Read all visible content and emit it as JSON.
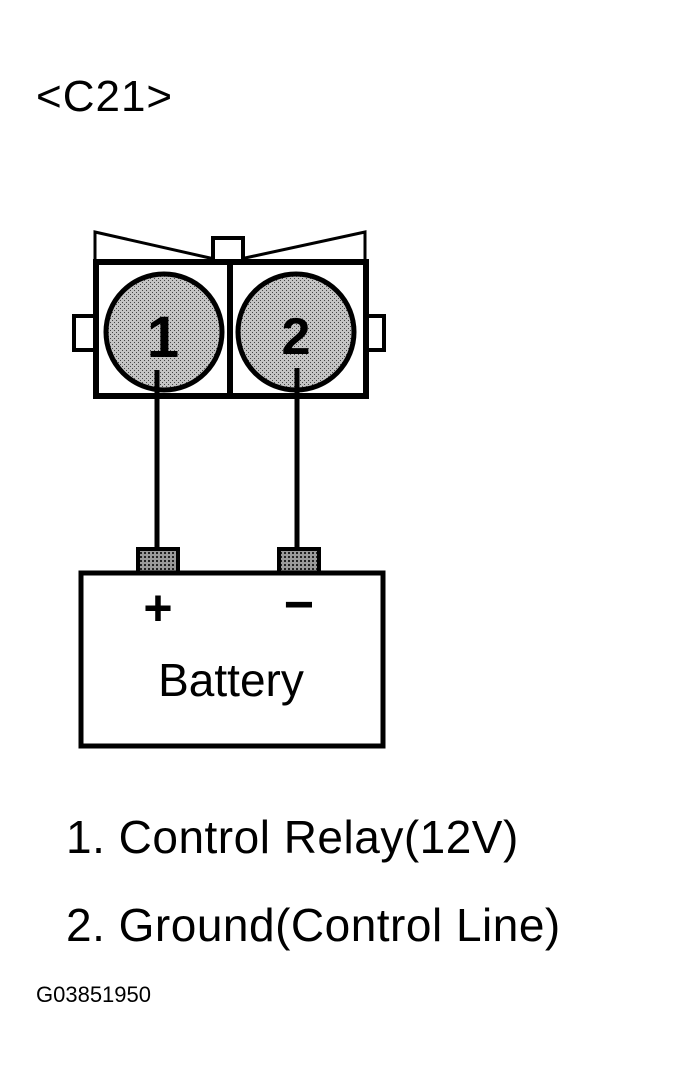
{
  "connector": {
    "title": "<C21>",
    "pins": [
      {
        "number": "1"
      },
      {
        "number": "2"
      }
    ]
  },
  "battery": {
    "label": "Battery",
    "positive_symbol": "+",
    "negative_symbol": "−"
  },
  "legend": [
    {
      "text": "1. Control Relay(12V)"
    },
    {
      "text": "2. Ground(Control Line)"
    }
  ],
  "figure_code": "G03851950",
  "colors": {
    "ink": "#000000",
    "paper": "#ffffff",
    "pin_fill": "#b9b9b9"
  }
}
